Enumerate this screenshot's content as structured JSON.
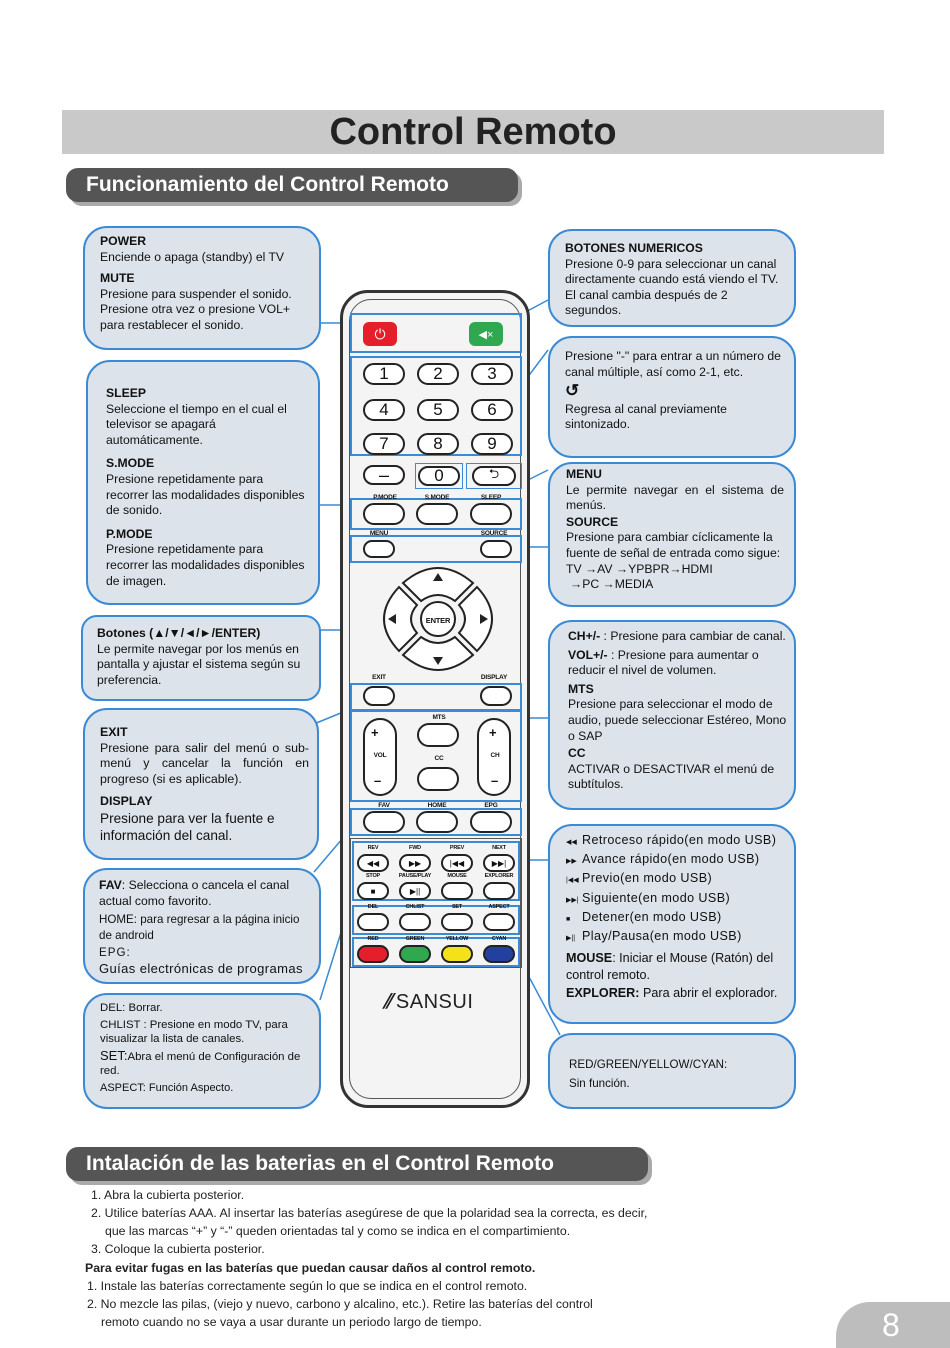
{
  "title": "Control Remoto",
  "section1": "Funcionamiento del Control Remoto",
  "section2": "Intalación de las baterias en el Control Remoto",
  "left_boxes": {
    "power_title": "POWER",
    "power_desc": "Enciende o apaga (standby) el TV",
    "mute_title": "MUTE",
    "mute_desc": "Presione para suspender el sonido. Presione otra vez o presione VOL+ para restablecer el sonido.",
    "sleep_title": "SLEEP",
    "sleep_desc": "Seleccione el tiempo en el cual el televisor se apagará automáticamente.",
    "smode_title": "S.MODE",
    "smode_desc": "Presione repetidamente para recorrer las modalidades disponibles de sonido.",
    "pmode_title": "P.MODE",
    "pmode_desc": "Presione repetidamente para recorrer las modalidades disponibles de imagen.",
    "nav_title": "Botones (▲/▼/◄/►/ENTER)",
    "nav_desc": "Le permite navegar por los menús en pantalla y ajustar el sistema según su preferencia.",
    "exit_title": "EXIT",
    "exit_desc": "Presione para salir del menú o sub-menú y cancelar la función en progreso (si es aplicable).",
    "display_title": "DISPLAY",
    "display_desc": "Presione para ver la fuente e información del canal.",
    "fav_title": "FAV",
    "fav_desc": ": Selecciona o cancela el canal actual como favorito.",
    "home_desc": "HOME:           para regresar a la página inicio de android",
    "epg_title": "EPG:",
    "epg_desc": "Guías electrónicas de programas",
    "del_desc": "DEL: Borrar.",
    "chlist_desc": "CHLIST  : Presione  en modo TV, para visualizar la lista de canales.",
    "set_title": "SET:",
    "set_desc": "Abra el menú de Configuración de red.",
    "aspect_desc": "ASPECT: Función Aspecto."
  },
  "right_boxes": {
    "num_title": "BOTONES NUMERICOS",
    "num_desc": "Presione 0-9 para seleccionar un canal directamente cuando está viendo el TV. El canal cambia después de 2 segundos.",
    "dash_desc": "Presione \"-\" para entrar a un número de canal múltiple, así como 2-1, etc.",
    "recall_icon": "↺",
    "recall_desc": "Regresa al canal previamente sintonizado.",
    "menu_title": "MENU",
    "menu_desc": "Le permite navegar en el sistema de menús.",
    "source_title": "SOURCE",
    "source_desc": "Presione para cambiar cíclicamente la fuente de señal de entrada como sigue:",
    "source_flow1": "TV →AV →YPBPR→HDMI",
    "source_flow2": "→PC →MEDIA",
    "ch_title": "CH+/-",
    "ch_desc": " : Presione para cambiar de canal.",
    "vol_title": "VOL+/-",
    "vol_desc": " : Presione para aumentar o reducir el nivel de volumen.",
    "mts_title": "MTS",
    "mts_desc": "Presione para seleccionar el modo de audio, puede seleccionar Estéreo, Mono o SAP",
    "cc_title": "CC",
    "cc_desc": "ACTIVAR o DESACTIVAR el menú de subtítulos.",
    "usb_lines": [
      {
        "icon": "◀◀",
        "text": "Retroceso rápido(en modo USB)"
      },
      {
        "icon": "▶▶",
        "text": "Avance rápido(en modo USB)"
      },
      {
        "icon": "|◀◀",
        "text": "Previo(en modo USB)"
      },
      {
        "icon": "▶▶|",
        "text": "Siguiente(en modo USB)"
      },
      {
        "icon": "■",
        "text": "Detener(en modo USB)"
      },
      {
        "icon": "▶||",
        "text": "Play/Pausa(en modo USB)"
      }
    ],
    "mouse_title": "MOUSE",
    "mouse_desc": ": Iniciar el Mouse (Ratón) del control remoto.",
    "explorer_title": "EXPLORER:",
    "explorer_desc": " Para abrir el explorador.",
    "color_title": "RED/GREEN/YELLOW/CYAN:",
    "color_desc": "Sin función."
  },
  "remote": {
    "digits": [
      "1",
      "2",
      "3",
      "4",
      "5",
      "6",
      "7",
      "8",
      "9",
      "0"
    ],
    "dash": "–",
    "labels": {
      "pmode": "P.MODE",
      "smode": "S.MODE",
      "sleep": "SLEEP",
      "menu": "MENU",
      "source": "SOURCE",
      "enter": "ENTER",
      "exit": "EXIT",
      "display": "DISPLAY",
      "mts": "MTS",
      "vol": "VOL",
      "cc": "CC",
      "ch": "CH",
      "fav": "FAV",
      "home": "HOME",
      "epg": "EPG",
      "rev": "REV",
      "fwd": "FWD",
      "prev": "PREV",
      "next": "NEXT",
      "stop": "STOP",
      "pauseplay": "PAUSE/PLAY",
      "mouse": "MOUSE",
      "explorer": "EXPLORER",
      "del": "DEL",
      "chlist": "CHLIST",
      "set": "SET",
      "aspect": "ASPECT",
      "red": "RED",
      "green": "GREEN",
      "yellow": "YELLOW",
      "cyan": "CYAN"
    },
    "brand": "SANSUI",
    "colors": {
      "red": "#e41e2a",
      "green": "#2fa84f",
      "yellow": "#f3e21a",
      "cyan": "#2240a0",
      "accent": "#3a8ad6"
    }
  },
  "instructions": [
    "1. Abra la cubierta posterior.",
    "2. Utilice baterías AAA. Al insertar las baterías asegúrese de que la polaridad sea la correcta, es decir,",
    "que las marcas “+” y “-” queden orientadas tal y como se indica en el compartimiento.",
    "3. Coloque la cubierta posterior."
  ],
  "warning_title": "Para evitar fugas en las baterías que puedan causar daños al control remoto.",
  "warnings": [
    "1. Instale las baterías correctamente según lo que se indica en el control remoto.",
    "2. No mezcle las pilas, (viejo y nuevo, carbono y alcalino, etc.). Retire las baterías del control",
    "remoto cuando no se vaya a usar durante un periodo largo de tiempo."
  ],
  "page_number": "8"
}
